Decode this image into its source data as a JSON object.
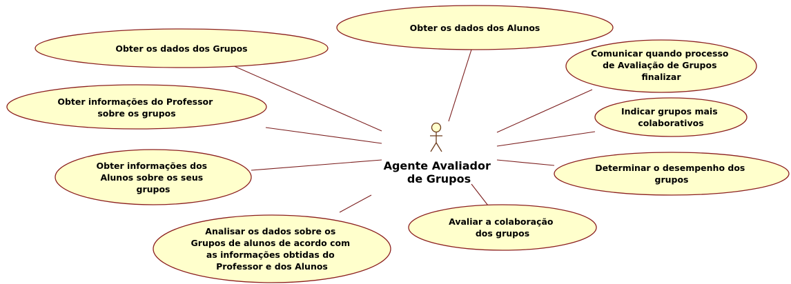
{
  "diagram": {
    "actor": {
      "icon": "stick-figure-actor-icon",
      "name_lines": [
        "Agente Avaliador",
        "de Grupos"
      ]
    },
    "use_cases": [
      {
        "id": "obter-dados-grupos",
        "lines": [
          "Obter os dados dos Grupos"
        ]
      },
      {
        "id": "obter-dados-alunos",
        "lines": [
          "Obter os dados dos Alunos"
        ]
      },
      {
        "id": "comunicar-fim-avaliacao",
        "lines": [
          "Comunicar quando processo",
          "de Avaliação de Grupos",
          "finalizar"
        ]
      },
      {
        "id": "obter-info-professor",
        "lines": [
          "Obter informações do Professor",
          "sobre os grupos"
        ]
      },
      {
        "id": "indicar-grupos-colaborativos",
        "lines": [
          "Indicar grupos mais",
          "colaborativos"
        ]
      },
      {
        "id": "obter-info-alunos",
        "lines": [
          "Obter informações dos",
          "Alunos sobre os seus",
          "grupos"
        ]
      },
      {
        "id": "determinar-desempenho",
        "lines": [
          "Determinar o desempenho dos",
          "grupos"
        ]
      },
      {
        "id": "avaliar-colaboracao",
        "lines": [
          "Avaliar a colaboração",
          "dos grupos"
        ]
      },
      {
        "id": "analisar-dados",
        "lines": [
          "Analisar os dados sobre os",
          "Grupos de alunos de acordo com",
          "as informações obtidas do",
          "Professor e dos Alunos"
        ]
      }
    ],
    "colors": {
      "ellipse_fill": "#ffffcc",
      "ellipse_stroke": "#8b1e1e",
      "association_line": "#7a1c1c"
    }
  }
}
